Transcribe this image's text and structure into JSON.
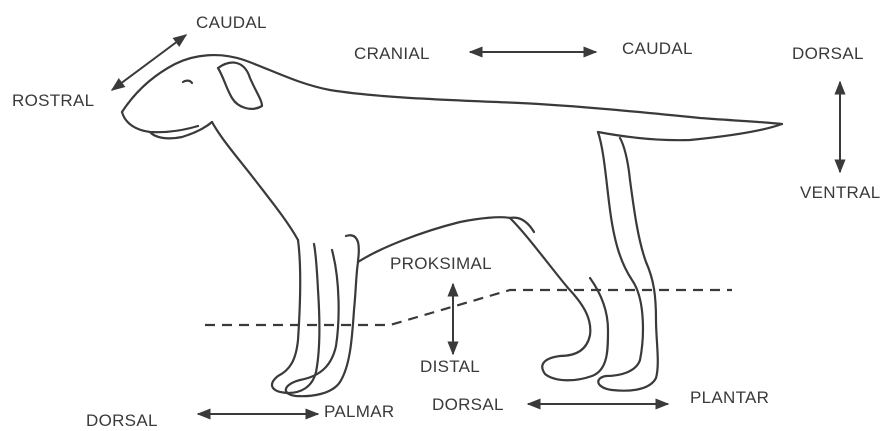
{
  "labels": {
    "caudal_head": "CAUDAL",
    "rostral": "ROSTRAL",
    "cranial": "CRANIAL",
    "caudal_top": "CAUDAL",
    "dorsal_right": "DORSAL",
    "ventral": "VENTRAL",
    "proksimal": "PROKSIMAL",
    "distal": "DISTAL",
    "dorsal_fore": "DORSAL",
    "palmar": "PALMAR",
    "dorsal_hind": "DORSAL",
    "plantar": "PLANTAR"
  },
  "colors": {
    "ink": "#3a3a3a",
    "background": "#ffffff"
  }
}
